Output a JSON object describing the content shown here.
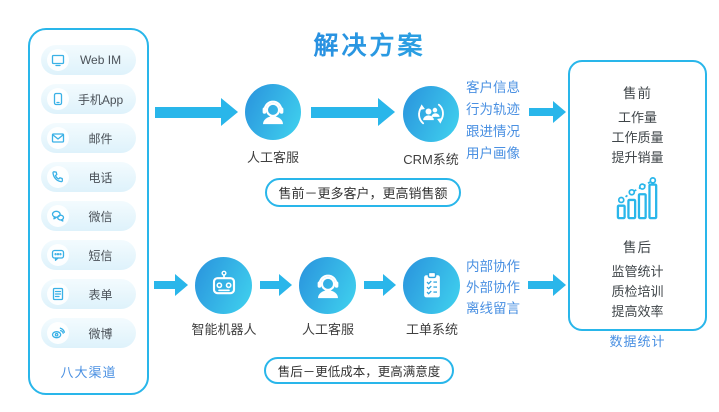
{
  "title": "解决方案",
  "colors": {
    "accent": "#29b6ea",
    "blue_text": "#4a90e2",
    "dark_text": "#404040",
    "pill_bg": "#def2fb",
    "icon_gradient_start": "#2b97de",
    "icon_gradient_end": "#3fd0ee",
    "title_gradient_start": "#2468dd",
    "title_gradient_end": "#2fc8e6"
  },
  "sidebar": {
    "channels": [
      {
        "label": "Web IM",
        "icon": "monitor-icon"
      },
      {
        "label": "手机App",
        "icon": "smartphone-icon"
      },
      {
        "label": "邮件",
        "icon": "mail-icon"
      },
      {
        "label": "电话",
        "icon": "phone-icon"
      },
      {
        "label": "微信",
        "icon": "wechat-icon"
      },
      {
        "label": "短信",
        "icon": "sms-icon"
      },
      {
        "label": "表单",
        "icon": "form-icon"
      },
      {
        "label": "微博",
        "icon": "weibo-icon"
      }
    ],
    "footer": "八大渠道"
  },
  "presale_flow": {
    "nodes": [
      {
        "label": "人工客服",
        "icon": "agent-headset-icon"
      },
      {
        "label": "CRM系统",
        "icon": "crm-icon"
      }
    ],
    "features": [
      "客户信息",
      "行为轨迹",
      "跟进情况",
      "用户画像"
    ],
    "banner": "售前－更多客户，更高销售额"
  },
  "aftersale_flow": {
    "nodes": [
      {
        "label": "智能机器人",
        "icon": "robot-icon"
      },
      {
        "label": "人工客服",
        "icon": "agent-headset-icon"
      },
      {
        "label": "工单系统",
        "icon": "ticket-icon"
      }
    ],
    "features": [
      "内部协作",
      "外部协作",
      "离线留言"
    ],
    "banner": "售后－更低成本，更高满意度"
  },
  "results_panel": {
    "presale": {
      "heading": "售前",
      "items": [
        "工作量",
        "工作质量",
        "提升销量"
      ]
    },
    "aftersale": {
      "heading": "售后",
      "items": [
        "监管统计",
        "质检培训",
        "提高效率"
      ]
    },
    "footer": "数据统计"
  }
}
